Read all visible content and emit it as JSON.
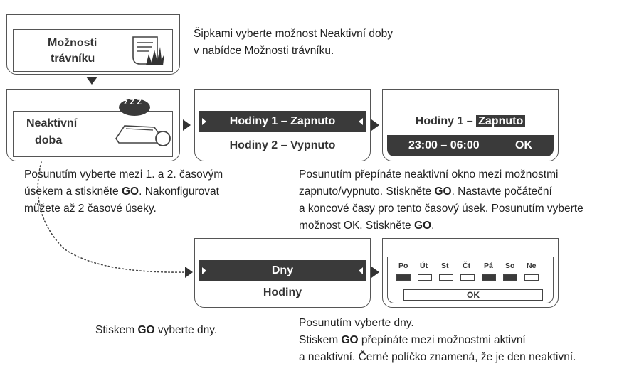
{
  "menu_lawn_options": {
    "label_line1": "Možnosti",
    "label_line2": "trávníku",
    "icon": "lawn-options-icon"
  },
  "step1_text": {
    "line1": "Šipkami vyberte možnost Neaktivní doby",
    "line2": "v nabídce Možnosti trávníku."
  },
  "menu_inactive_time": {
    "label_line1": "Neaktivní",
    "label_line2": "doba",
    "icon": "sleeping-mower-icon",
    "zzz": "z Z Z"
  },
  "hours_select": {
    "row1": "Hodiny 1 – Zapnuto",
    "row2": "Hodiny 2 – Vypnuto"
  },
  "hours_edit": {
    "title_prefix": "Hodiny 1 – ",
    "title_value": "Zapnuto",
    "time_range": "23:00 – 06:00",
    "ok": "OK"
  },
  "text_select_period": {
    "line1": "Posunutím vyberte mezi 1. a 2. časovým",
    "line2a": "úsekem a stiskněte ",
    "line2b": "GO",
    "line2c": ". Nakonfigurovat",
    "line3": "můžete až 2 časové úseky."
  },
  "text_toggle_window": {
    "line1": "Posunutím přepínáte neaktivní okno mezi možnostmi",
    "line2a": "zapnuto/vypnuto. Stiskněte ",
    "line2b": "GO",
    "line2c": ". Nastavte počáteční",
    "line3": "a koncové časy pro tento časový úsek. Posunutím vyberte",
    "line4a": "možnost OK. Stiskněte ",
    "line4b": "GO",
    "line4c": "."
  },
  "days_hours_select": {
    "row1": "Dny",
    "row2": "Hodiny"
  },
  "days_screen": {
    "days": [
      {
        "label": "Po",
        "inactive": true
      },
      {
        "label": "Út",
        "inactive": false
      },
      {
        "label": "St",
        "inactive": false
      },
      {
        "label": "Čt",
        "inactive": false
      },
      {
        "label": "Pá",
        "inactive": true
      },
      {
        "label": "So",
        "inactive": true
      },
      {
        "label": "Ne",
        "inactive": false
      }
    ],
    "ok": "OK"
  },
  "text_go_days": {
    "a": "Stiskem ",
    "b": "GO",
    "c": " vyberte dny."
  },
  "text_select_days": {
    "line1": "Posunutím vyberte dny.",
    "line2a": "Stiskem ",
    "line2b": "GO",
    "line2c": " přepínáte mezi možnostmi aktivní",
    "line3": "a neaktivní. Černé políčko znamená, že je den neaktivní."
  },
  "colors": {
    "dark": "#3a3a3a",
    "border": "#555555",
    "text": "#222222"
  }
}
